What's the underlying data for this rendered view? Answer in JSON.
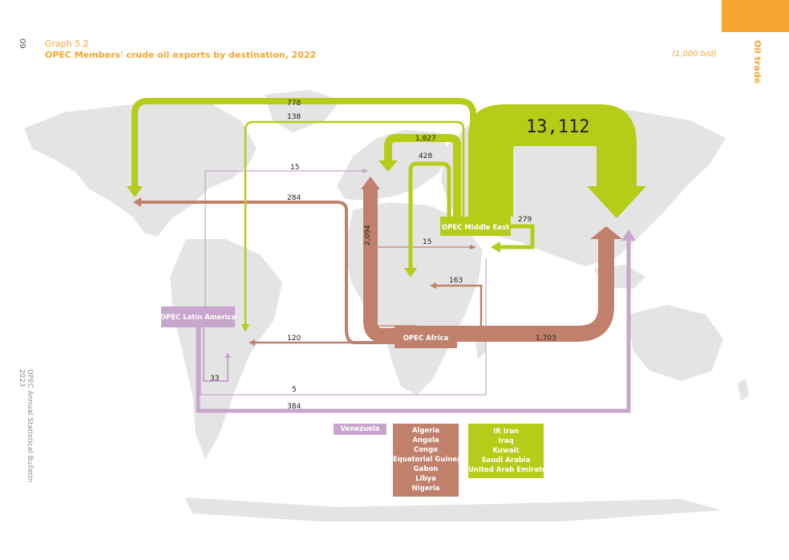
{
  "header": {
    "page_number": "60",
    "graph_label": "Graph 5.2",
    "title": "OPEC Members' crude oil exports by destination, 2022",
    "units": "(1,000 b/d)",
    "section": "Oil trade",
    "footer": "OPEC Annual Statistical Bulletin 2023"
  },
  "regions": {
    "middle_east": "OPEC Middle East",
    "africa": "OPEC Africa",
    "latin_america": "OPEC Latin America"
  },
  "flows": {
    "me_north_america": "778",
    "me_latin_america": "138",
    "me_europe": "1,827",
    "me_africa": "428",
    "me_asia": "13,112",
    "me_middle_east": "279",
    "af_europe": "2,094",
    "af_north_america": "284",
    "af_middle_east": "15",
    "af_africa": "163",
    "af_latin_america": "120",
    "af_asia": "1,703",
    "la_europe": "15",
    "la_latin_america": "33",
    "la_middle_east": "5",
    "la_asia": "384"
  },
  "legend": {
    "latin_america": [
      "Venezuela"
    ],
    "africa": [
      "Algeria",
      "Angola",
      "Congo",
      "Equatorial Guinea",
      "Gabon",
      "Libya",
      "Nigeria"
    ],
    "middle_east": [
      "IR Iran",
      "Iraq",
      "Kuwait",
      "Saudi Arabia",
      "United Arab Emirates"
    ]
  },
  "colors": {
    "middle_east": "#b5cc18",
    "africa": "#c0806c",
    "latin_america": "#c7a6cc",
    "accent": "#f6a531",
    "map": "#e4e4e4"
  }
}
